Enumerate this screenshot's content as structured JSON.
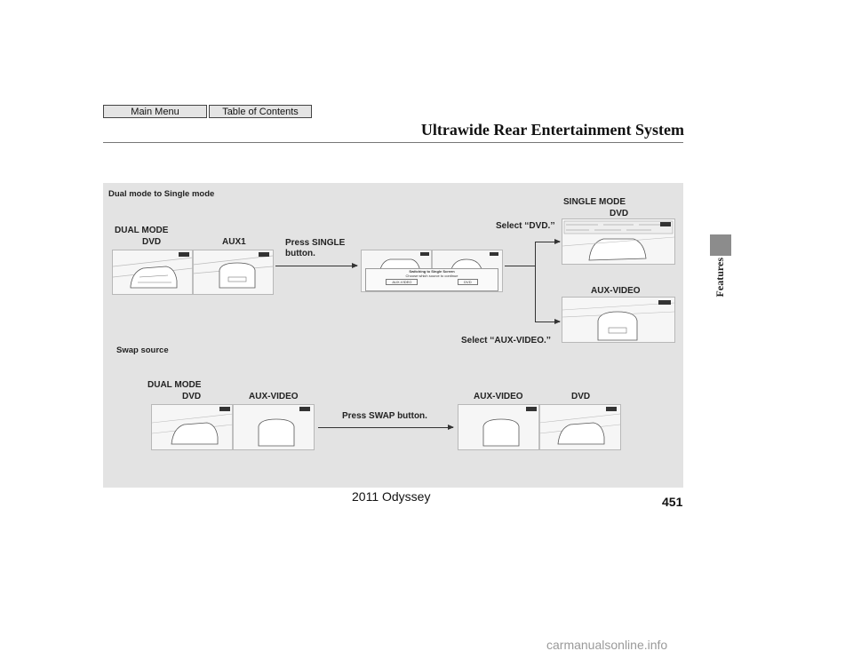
{
  "nav": {
    "main_menu": "Main Menu",
    "toc": "Table of Contents"
  },
  "header": {
    "title": "Ultrawide Rear Entertainment System"
  },
  "side_tab": {
    "label": "Features"
  },
  "section1": {
    "heading": "Dual mode to Single mode",
    "dual_mode": "DUAL MODE",
    "dvd_left": "DVD",
    "aux1": "AUX1",
    "press_single": "Press SINGLE",
    "press_single_2": "button.",
    "dialog_title": "Switching to Single Screen",
    "dialog_prompt": "Choose which source to continue",
    "dialog_opt_aux": "AUX-VIDEO",
    "dialog_opt_dvd": "DVD",
    "select_dvd": "Select ‘‘DVD.’’",
    "single_mode": "SINGLE MODE",
    "single_dvd": "DVD",
    "aux_video": "AUX-VIDEO",
    "select_aux": "Select ‘‘AUX-VIDEO.’’"
  },
  "section2": {
    "heading": "Swap source",
    "dual_mode": "DUAL MODE",
    "dvd": "DVD",
    "aux_video": "AUX-VIDEO",
    "press_swap": "Press SWAP button.",
    "aux_video_r": "AUX-VIDEO",
    "dvd_r": "DVD"
  },
  "footer": {
    "model": "2011 Odyssey",
    "page": "451"
  },
  "watermark": "carmanualsonline.info",
  "colors": {
    "panel": "#e3e3e3",
    "side_tab": "#8c8c8c",
    "rule": "#777777"
  }
}
